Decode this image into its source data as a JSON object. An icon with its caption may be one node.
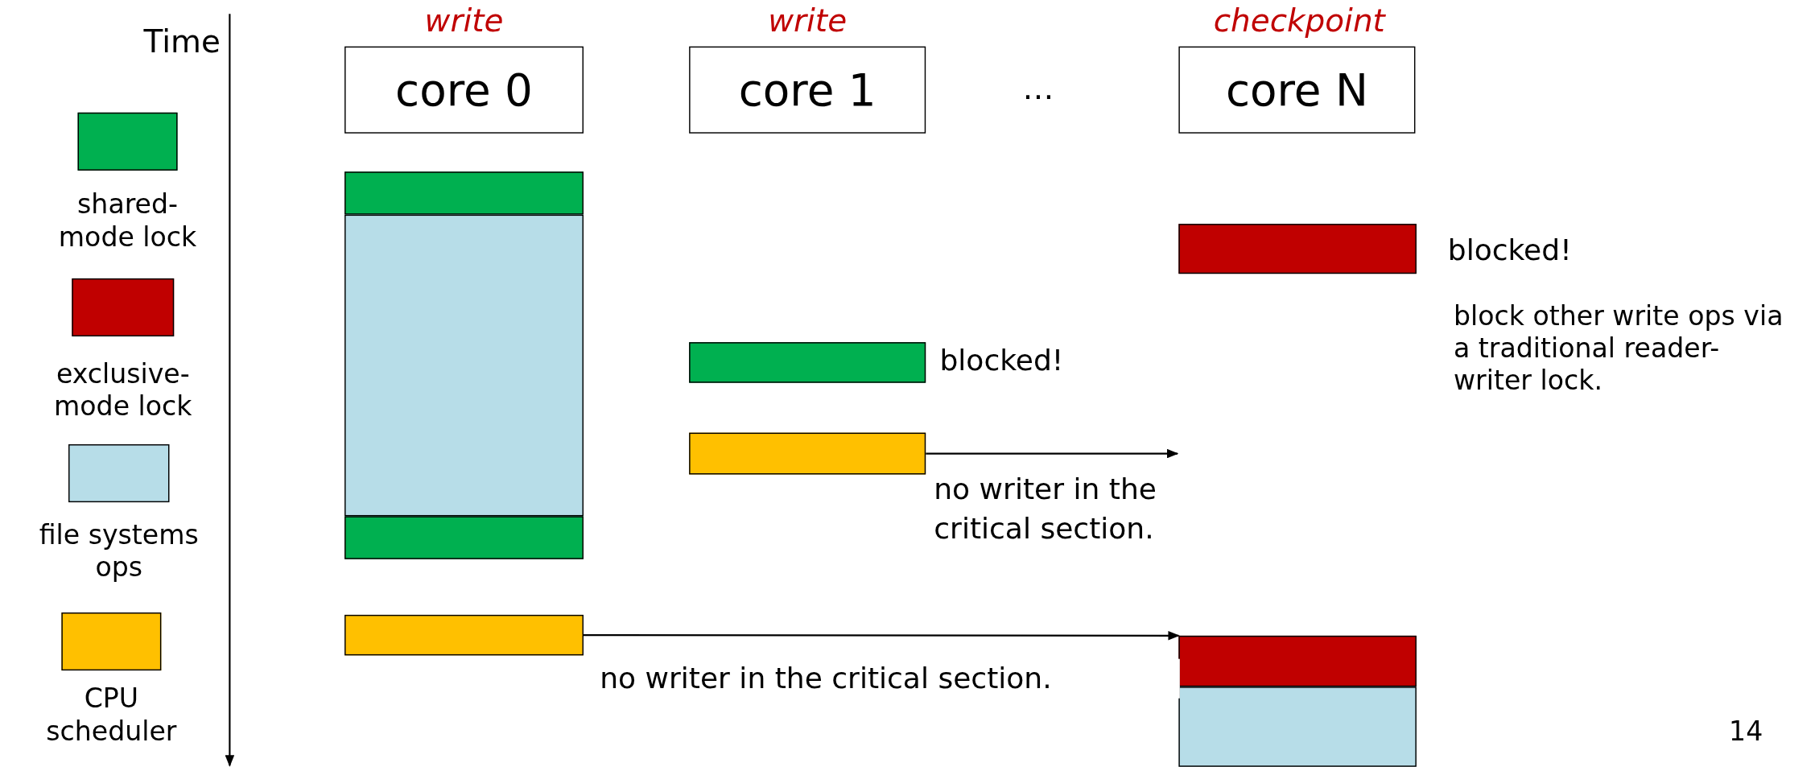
{
  "diagram": {
    "nodes": [
      {
        "text": [
          "core 0"
        ],
        "beside": [
          "write"
        ]
      },
      {
        "text": [
          "core 1"
        ],
        "beside": [
          "write"
        ]
      },
      {
        "text": [
          "core N"
        ],
        "beside": [
          "checkpoint"
        ]
      },
      {
        "text": [],
        "shape": "bar"
      },
      {
        "text": [],
        "shape": "bar"
      },
      {
        "text": [],
        "shape": "bar",
        "beside": [
          "blocked!"
        ]
      },
      {
        "text": [],
        "shape": "bar",
        "beside": [
          "blocked!"
        ]
      },
      {
        "text": [],
        "shape": "bar"
      },
      {
        "text": [],
        "shape": "bar"
      },
      {
        "text": [],
        "shape": "bar"
      },
      {
        "text": [],
        "shape": "bar"
      },
      {
        "text": [],
        "shape": "bar"
      }
    ],
    "edges": [
      {
        "from": 7,
        "to": null,
        "arrow": "to",
        "label": "no writer in the critical section."
      },
      {
        "from": 9,
        "to": 10,
        "arrow": "to",
        "label": "no writer in the critical section."
      }
    ],
    "labels": [
      "Time",
      "…",
      "block other write ops via a traditional reader-writer lock.",
      "14"
    ],
    "legend": [
      {
        "text": "shared-mode lock",
        "color": "#00b050"
      },
      {
        "text": "exclusive-mode lock",
        "color": "#c00000"
      },
      {
        "text": "file systems ops",
        "color": "#b7dde8"
      },
      {
        "text": "CPU scheduler",
        "color": "#ffc000"
      }
    ]
  }
}
